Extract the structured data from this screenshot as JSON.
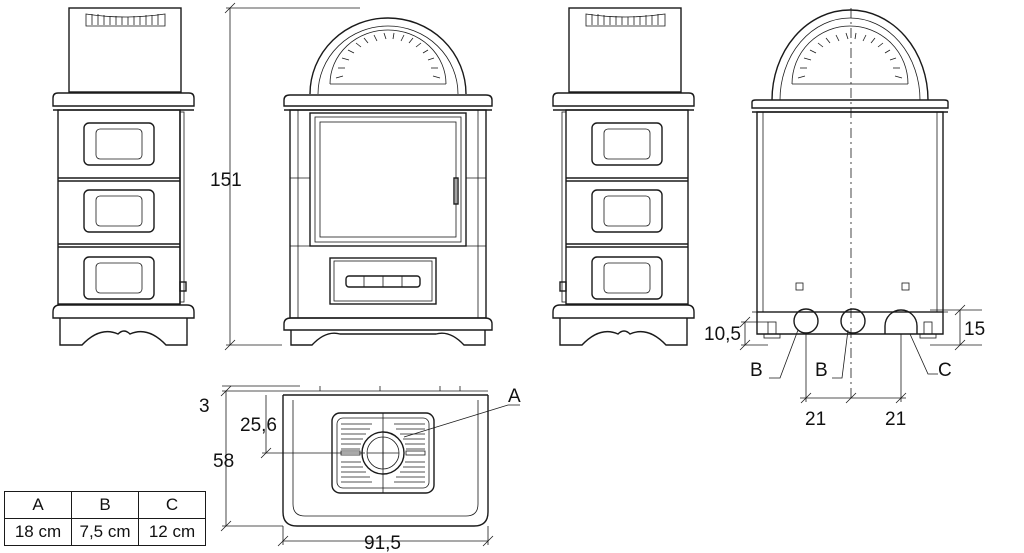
{
  "dimensions": {
    "height": "151",
    "depth": "58",
    "width": "91,5",
    "wall_gap": "3",
    "flue_offset": "25,6",
    "b_height": "10,5",
    "c_height": "15",
    "spacing_left": "21",
    "spacing_right": "21"
  },
  "callouts": {
    "a": "A",
    "b_left": "B",
    "b_right": "B",
    "c": "C"
  },
  "legend": {
    "headers": [
      "A",
      "B",
      "C"
    ],
    "values": [
      "18 cm",
      "7,5 cm",
      "12 cm"
    ]
  }
}
